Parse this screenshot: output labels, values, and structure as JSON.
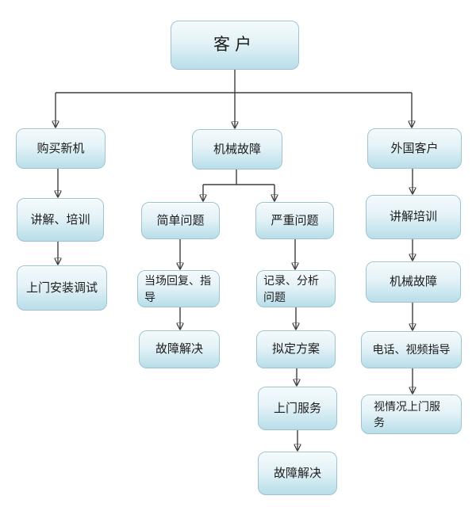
{
  "diagram": {
    "type": "flowchart",
    "root_label": "客户"
  },
  "colors": {
    "box_fill_top": "#f4fafc",
    "box_fill_bottom": "#b9dde9",
    "box_border": "#9dc4d2",
    "connector": "#3d3d3d",
    "text": "#1c1c1c",
    "background": "#ffffff"
  },
  "nodes": {
    "customer": {
      "label": "客户"
    },
    "buy_new": {
      "label": "购买新机"
    },
    "mech_fault": {
      "label": "机械故障"
    },
    "foreign": {
      "label": "外国客户"
    },
    "explain_train_left": {
      "label": "讲解、培训"
    },
    "simple_issue": {
      "label": "简单问题"
    },
    "serious_issue": {
      "label": "严重问题"
    },
    "explain_train_right": {
      "label": "讲解培训"
    },
    "onsite_install": {
      "label": "上门安装调试"
    },
    "reply_guide": {
      "label": "当场回复、指导"
    },
    "record_analyze": {
      "label": "记录、分析问题"
    },
    "mech_fault_right": {
      "label": "机械故障"
    },
    "fault_solved_simple": {
      "label": "故障解决"
    },
    "make_plan": {
      "label": "拟定方案"
    },
    "phone_video": {
      "label": "电话、视频指导"
    },
    "onsite_service": {
      "label": "上门服务"
    },
    "onsite_as_needed": {
      "label": "视情况上门服务"
    },
    "fault_solved_serious": {
      "label": "故障解决"
    }
  },
  "edges": [
    {
      "from": "customer",
      "to": "buy_new"
    },
    {
      "from": "customer",
      "to": "mech_fault"
    },
    {
      "from": "customer",
      "to": "foreign"
    },
    {
      "from": "buy_new",
      "to": "explain_train_left"
    },
    {
      "from": "explain_train_left",
      "to": "onsite_install"
    },
    {
      "from": "mech_fault",
      "to": "simple_issue"
    },
    {
      "from": "mech_fault",
      "to": "serious_issue"
    },
    {
      "from": "simple_issue",
      "to": "reply_guide"
    },
    {
      "from": "reply_guide",
      "to": "fault_solved_simple"
    },
    {
      "from": "serious_issue",
      "to": "record_analyze"
    },
    {
      "from": "record_analyze",
      "to": "make_plan"
    },
    {
      "from": "make_plan",
      "to": "onsite_service"
    },
    {
      "from": "onsite_service",
      "to": "fault_solved_serious"
    },
    {
      "from": "foreign",
      "to": "explain_train_right"
    },
    {
      "from": "explain_train_right",
      "to": "mech_fault_right"
    },
    {
      "from": "mech_fault_right",
      "to": "phone_video"
    },
    {
      "from": "phone_video",
      "to": "onsite_as_needed"
    }
  ]
}
